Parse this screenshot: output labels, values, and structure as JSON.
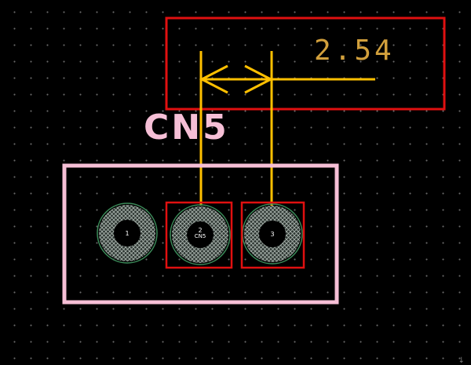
{
  "designator": "CN5",
  "dimension": {
    "value": "2.54"
  },
  "pads": [
    {
      "number": "1",
      "net": "",
      "selected": false
    },
    {
      "number": "2",
      "net": "CN5",
      "selected": true
    },
    {
      "number": "3",
      "net": "",
      "selected": true
    }
  ],
  "status": {
    "corner_glyph": "↓"
  },
  "colors": {
    "background": "#000000",
    "silkscreen": "#f6bfd6",
    "dimension": "#ffc000",
    "dimension_text": "#d2a03c",
    "selection": "#e01010",
    "pad_ring": "#3c8c5a",
    "pad_hatch": "#9aa8a0",
    "hole": "#000000"
  }
}
